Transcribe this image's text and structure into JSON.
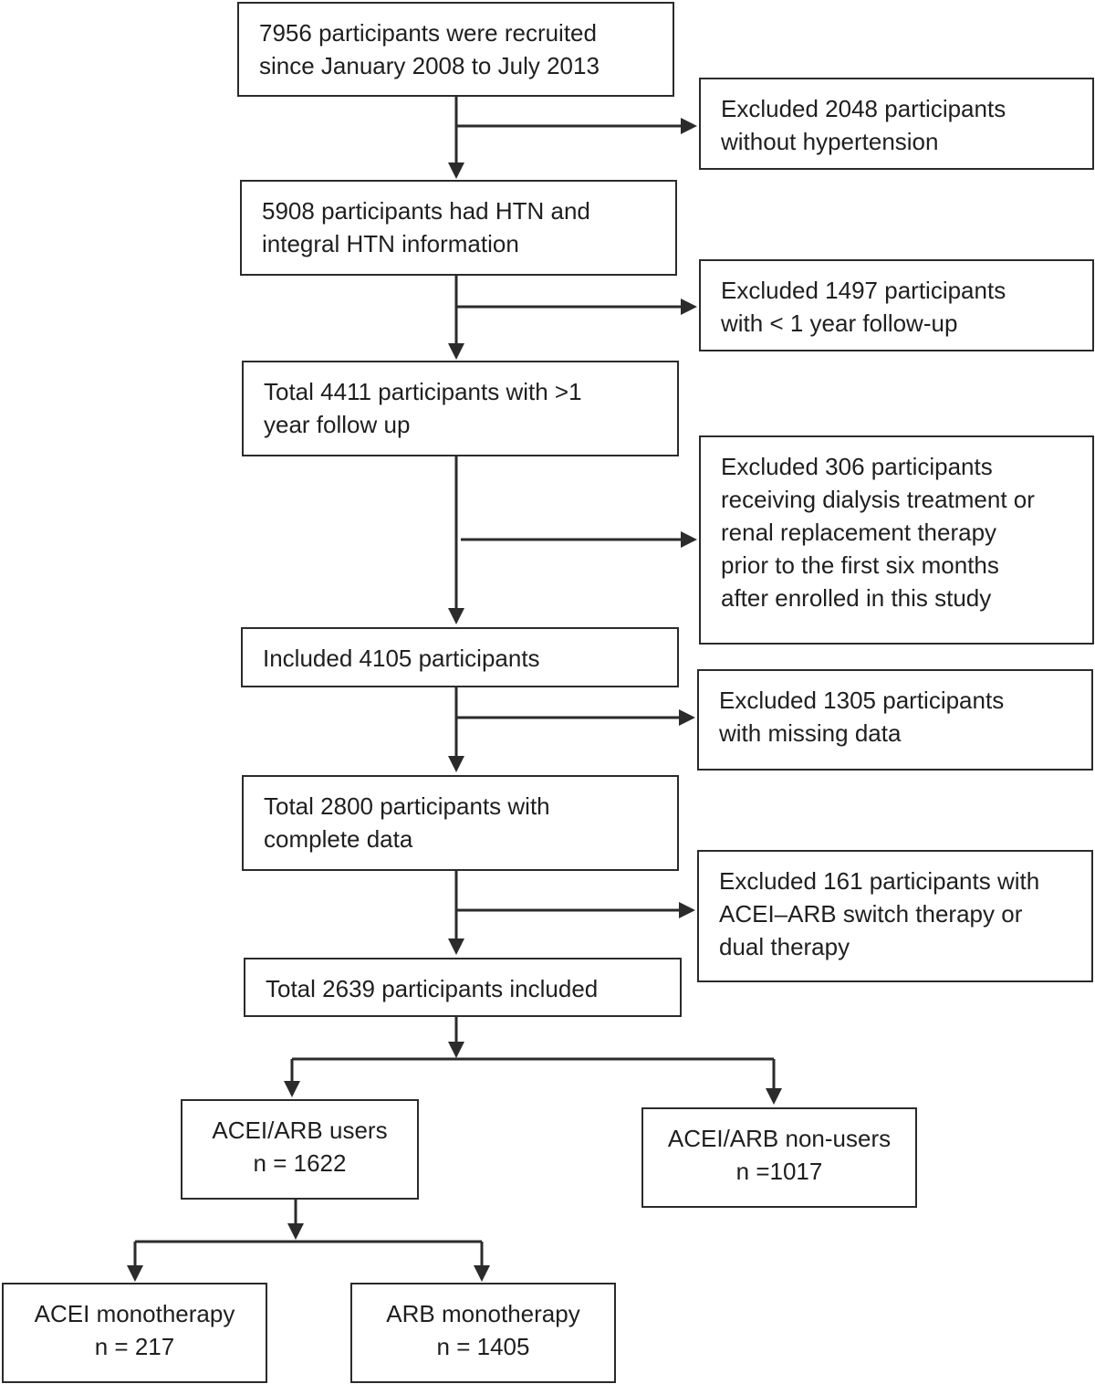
{
  "flowchart": {
    "main_steps": {
      "recruited": "7956 participants were recruited\nsince January 2008 to July 2013",
      "htn": "5908 participants had HTN and\nintegral HTN information",
      "followup": "Total 4411 participants with >1\nyear follow up",
      "included_4105": "Included 4105 participants",
      "complete_data": "Total 2800 participants with\ncomplete data",
      "included_2639": "Total 2639 participants included"
    },
    "exclusions": {
      "no_htn": "Excluded 2048 participants\nwithout hypertension",
      "short_followup": "Excluded 1497 participants\nwith < 1 year follow-up",
      "dialysis": "Excluded 306 participants\nreceiving dialysis treatment or\nrenal replacement therapy\nprior to the first six months\nafter enrolled in this study",
      "missing": "Excluded 1305 participants\nwith missing data",
      "switch": "Excluded 161 participants with\nACEI–ARB switch therapy or\ndual therapy"
    },
    "groups": {
      "users": "ACEI/ARB users\nn = 1622",
      "non_users": "ACEI/ARB non-users\nn =1017",
      "acei_mono": "ACEI monotherapy\nn = 217",
      "arb_mono": "ARB monotherapy\nn = 1405"
    }
  }
}
